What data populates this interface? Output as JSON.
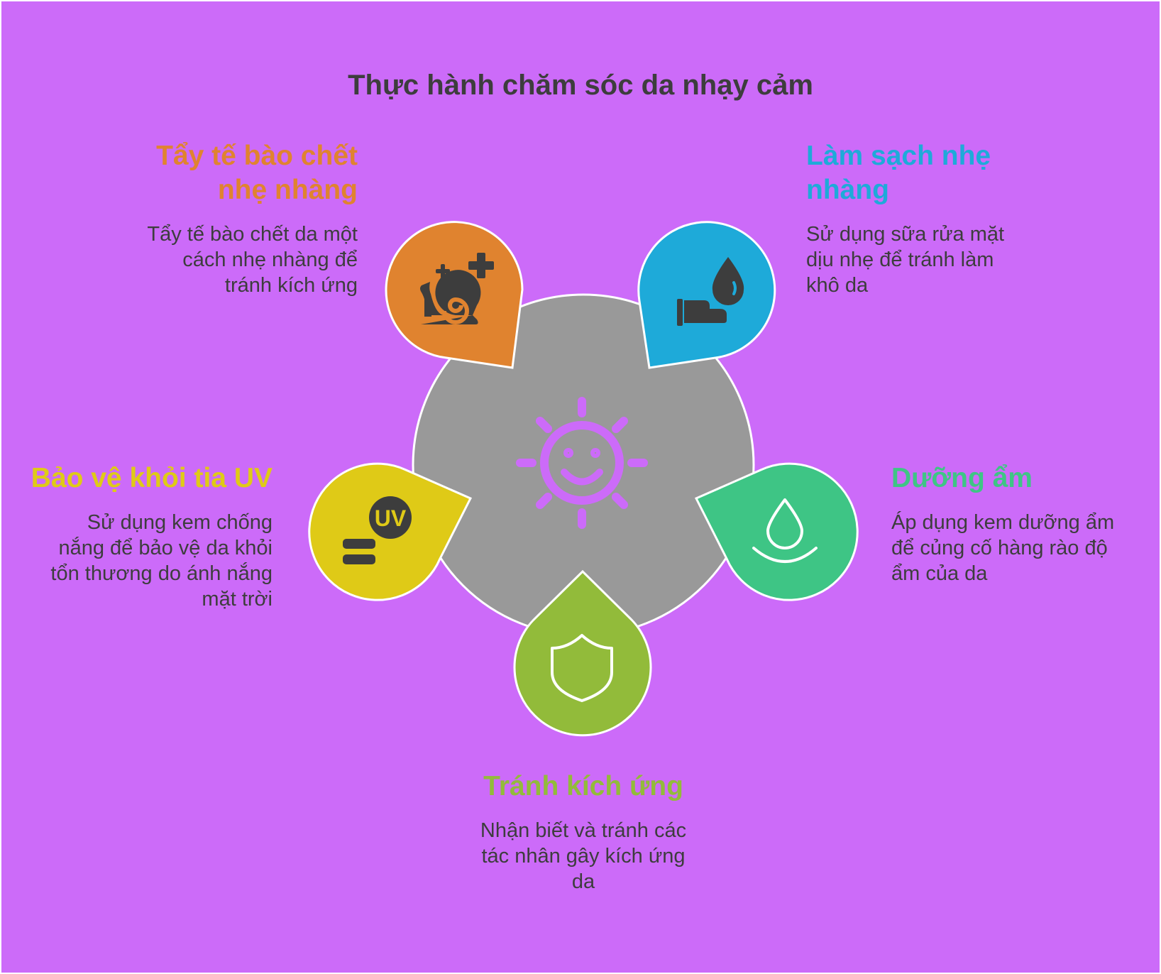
{
  "title": "Thực hành chăm sóc da nhạy cảm",
  "colors": {
    "background": "#cc6bf9",
    "hub": "#999999",
    "hub_icon": "#cc6bf9",
    "text": "#3d3d3d",
    "exfoliate": "#e0832f",
    "cleanse": "#1eaad9",
    "moisturize": "#3ec585",
    "avoid": "#92bb3a",
    "uv": "#dfca17"
  },
  "hub_icon": "smiling-sun-icon",
  "items": {
    "exfoliate": {
      "title": "Tẩy tế bào chết nhẹ nhàng",
      "title_lines": [
        "Tẩy tế bào chết",
        "nhẹ nhàng"
      ],
      "desc_lines": [
        "Tẩy tế bào chết da một",
        "cách nhẹ nhàng để",
        "tránh kích ứng"
      ],
      "icon": "snail-sparkle-icon"
    },
    "cleanse": {
      "title": "Làm sạch nhẹ nhàng",
      "title_lines": [
        "Làm sạch nhẹ",
        "nhàng"
      ],
      "desc_lines": [
        "Sử dụng sữa rửa mặt",
        "dịu nhẹ để tránh làm",
        "khô da"
      ],
      "icon": "hand-water-drop-icon"
    },
    "moisturize": {
      "title": "Dưỡng ẩm",
      "title_lines": [
        "Dưỡng ẩm"
      ],
      "desc_lines": [
        "Áp dụng kem dưỡng ẩm",
        "để củng cố hàng rào độ",
        "ẩm của da"
      ],
      "icon": "water-drop-icon"
    },
    "avoid": {
      "title": "Tránh kích ứng",
      "title_lines": [
        "Tránh kích ứng"
      ],
      "desc_lines": [
        "Nhận biết và tránh các",
        "tác nhân gây kích ứng",
        "da"
      ],
      "icon": "shield-icon"
    },
    "uv": {
      "title": "Bảo vệ khỏi tia UV",
      "title_lines": [
        "Bảo vệ khỏi tia UV"
      ],
      "desc_lines": [
        "Sử dụng kem chống",
        "nắng để bảo vệ da khỏi",
        "tổn thương do ánh nắng",
        "mặt trời"
      ],
      "icon": "uv-index-icon",
      "icon_label": "UV"
    }
  }
}
